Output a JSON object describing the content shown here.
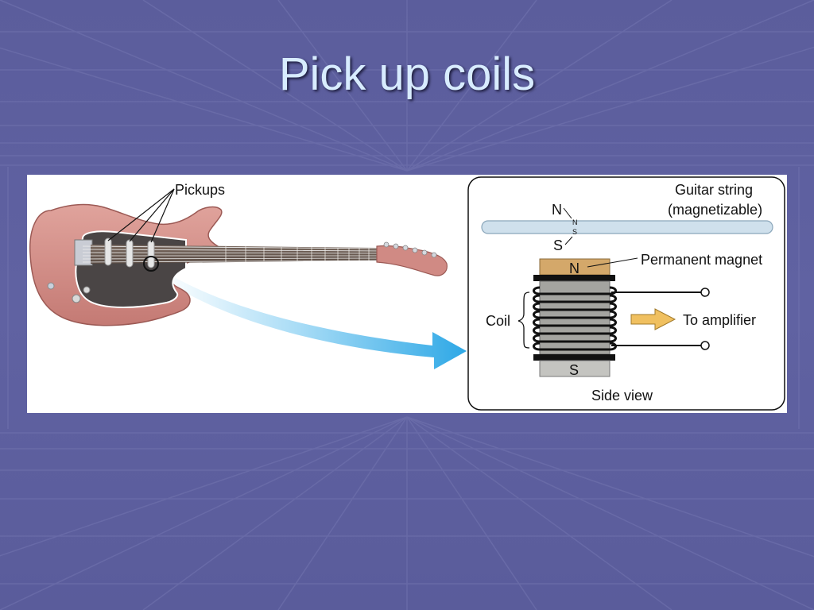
{
  "slide": {
    "title": "Pick up coils"
  },
  "figure": {
    "guitar": {
      "pickups_label": "Pickups"
    },
    "side_view": {
      "string_label_line1": "Guitar string",
      "string_label_line2": "(magnetizable)",
      "string_pole_n": "N",
      "string_pole_small_n": "N",
      "string_pole_small_s": "S",
      "string_pole_s": "S",
      "magnet_label": "Permanent magnet",
      "magnet_top_pole": "N",
      "magnet_bottom_pole": "S",
      "coil_label": "Coil",
      "amplifier_label": "To amplifier",
      "caption": "Side view"
    }
  },
  "colors": {
    "background": "#5d5f9e",
    "title": "#d8ecff",
    "guitar_body": "#d08a84",
    "pickguard": "#4a4545",
    "arrow": "#39aee6",
    "magnet_top": "#d4a86a",
    "magnet_bottom": "#c4c4c0",
    "string": "#cfe0ec",
    "amplifier_arrow": "#f0c060"
  }
}
